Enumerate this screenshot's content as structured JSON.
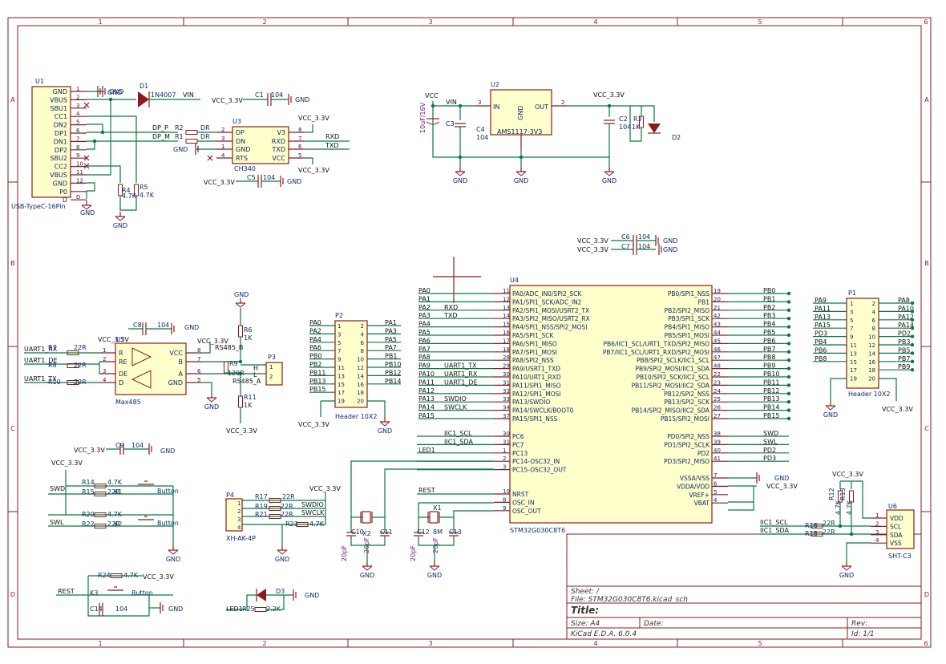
{
  "colors": {
    "frame": "#8b1a1a",
    "wire": "#067a3a",
    "component": "#8b1a1a",
    "body_fill": "#ffffcc",
    "pin_text": "#0b2a6b",
    "ref_text": "#0b2a6b",
    "value_text": "#0b2a6b",
    "net_label": "#111111",
    "value_purple": "#6a1b8a",
    "background": "#ffffff"
  },
  "frame": {
    "column_labels": [
      "1",
      "2",
      "3",
      "4",
      "5",
      "6"
    ],
    "row_labels": [
      "A",
      "B",
      "C",
      "D"
    ]
  },
  "usb": {
    "ref": "U1",
    "value": "USB-TypeC-16Pin",
    "pins": [
      "GND",
      "VBUS",
      "SBU1",
      "CC1",
      "DN2",
      "DP1",
      "DN1",
      "DP2",
      "SBU2",
      "CC2",
      "VBUS",
      "GND",
      "P0",
      "D"
    ],
    "pin_numbers": [
      "1",
      "2",
      "3",
      "4",
      "5",
      "6",
      "7",
      "8",
      "9",
      "10",
      "11",
      "12",
      "",
      "D"
    ],
    "r4": "R4",
    "r4v": "4.7K",
    "r5": "R5",
    "r5v": "4.7K",
    "gnd": "GND"
  },
  "diode1": {
    "ref": "D1",
    "value": "1N4007",
    "net": "VIN",
    "gnd": "GND"
  },
  "cap_top": {
    "vcc": "VCC_3.3V",
    "ref": "C1",
    "value": "104",
    "gnd": "GND"
  },
  "ch340": {
    "ref": "U3",
    "value": "CH340",
    "pins_left": [
      "DP",
      "DN",
      "GND",
      "RTS"
    ],
    "pins_left_num": [
      "2",
      "3",
      "1",
      "4"
    ],
    "pins_right": [
      "V3",
      "RXD",
      "TXD",
      "VCC"
    ],
    "pins_right_num": [
      "8",
      "7",
      "6",
      "5"
    ],
    "dp": "DP_P",
    "dm": "DP_M",
    "r2": "R2",
    "r2v": "DR",
    "r1": "R1",
    "r1v": "DR",
    "rxd": "RXD",
    "txd": "TXD",
    "vcc_top": "VCC_3.3V",
    "vcc_bot": "VCC_3.3V",
    "gnd": "GND"
  },
  "cap5": {
    "vcc": "VCC_3.3V",
    "ref": "C5",
    "value": "104",
    "gnd": "GND"
  },
  "ams": {
    "ref": "U2",
    "value": "AMS1117-3V3",
    "in": "IN",
    "out": "OUT",
    "gnd_pin": "GND",
    "in_num": "3",
    "out_num": "2",
    "gnd_num": "1",
    "vcc": "VCC",
    "vin": "VIN",
    "c3": "C3",
    "c3v": "10uF/16V",
    "c4": "C4",
    "c4v": "104",
    "vcc33": "VCC_3.3V",
    "c2": "C2",
    "c2v": "104",
    "r3": "R3",
    "r3v": "1K",
    "d2": "D2",
    "gnd": "GND"
  },
  "decoupling": {
    "vcc1": "VCC_3.3V",
    "c6": "C6",
    "c6v": "104",
    "gnd1": "GND",
    "vcc2": "VCC_3.3V",
    "c7": "C7",
    "c7v": "104",
    "gnd2": "GND"
  },
  "mcu": {
    "ref": "U4",
    "value": "STM32G030C8T6",
    "left_pins": [
      {
        "name": "PA0/ADC_IN0/SPI2_SCK",
        "num": "11",
        "net": "PA0",
        "net2": ""
      },
      {
        "name": "PA1/SPI1_SCK/ADC_IN2",
        "num": "12",
        "net": "PA1",
        "net2": ""
      },
      {
        "name": "PA2/SPI1_MOSI/USRT2_TX",
        "num": "13",
        "net": "PA2",
        "net2": "RXD"
      },
      {
        "name": "PA3/SPI2_MISO/USRT2_RX",
        "num": "14",
        "net": "PA3",
        "net2": "TXD"
      },
      {
        "name": "PA4/SPI1_NSS/SPI2_MOSI",
        "num": "15",
        "net": "PA4",
        "net2": ""
      },
      {
        "name": "PA5/SPI1_SCK",
        "num": "16",
        "net": "PA5",
        "net2": ""
      },
      {
        "name": "PA6/SPI1_MISO",
        "num": "17",
        "net": "PA6",
        "net2": ""
      },
      {
        "name": "PA7/SPI1_MOSI",
        "num": "18",
        "net": "PA7",
        "net2": ""
      },
      {
        "name": "PA8/SPI2_NSS",
        "num": "28",
        "net": "PA8",
        "net2": ""
      },
      {
        "name": "PA9/USRT1_TXD",
        "num": "29",
        "net": "PA9",
        "net2": "UART1_TX"
      },
      {
        "name": "PA10/URT1_RXD",
        "num": "30",
        "net": "PA10",
        "net2": "UART1_RX"
      },
      {
        "name": "PA11/SPI1_MISO",
        "num": "31",
        "net": "PA11",
        "net2": "UART1_DE"
      },
      {
        "name": "PA12/SPI1_MOSI",
        "num": "32",
        "net": "PA12",
        "net2": ""
      },
      {
        "name": "PA13/SWDIO",
        "num": "33",
        "net": "PA13",
        "net2": "SWDIO"
      },
      {
        "name": "PA14/SWCLK/BOOT0",
        "num": "34",
        "net": "PA14",
        "net2": "SWCLK"
      },
      {
        "name": "PA15/SPI1_NSS",
        "num": "37",
        "net": "PA15",
        "net2": ""
      }
    ],
    "left_pins2": [
      {
        "name": "PC6",
        "num": "30",
        "net": "IIC1_SCL"
      },
      {
        "name": "PC7",
        "num": "31",
        "net": "IIC1_SDA"
      },
      {
        "name": "PC13",
        "num": "1",
        "net": "LED1"
      },
      {
        "name": "PC14-OSC32_IN",
        "num": "2",
        "net": ""
      },
      {
        "name": "PC15-OSC32_OUT",
        "num": "3",
        "net": ""
      }
    ],
    "left_pins3": [
      {
        "name": "NRST",
        "num": "10",
        "net": "REST"
      },
      {
        "name": "OSC_IN",
        "num": "8",
        "net": ""
      },
      {
        "name": "OSC_OUT",
        "num": "9",
        "net": ""
      }
    ],
    "right_pins": [
      {
        "name": "PB0/SPI1_NSS",
        "num": "19",
        "net": "PB0"
      },
      {
        "name": "PB1",
        "num": "20",
        "net": "PB1"
      },
      {
        "name": "PB2/SPI2_MISO",
        "num": "21",
        "net": "PB2"
      },
      {
        "name": "PB3/SPI1_SCK",
        "num": "42",
        "net": "PB3"
      },
      {
        "name": "PB4/SPI1_MISO",
        "num": "43",
        "net": "PB4"
      },
      {
        "name": "PB5/SPI1_MOSI",
        "num": "44",
        "net": "PB5"
      },
      {
        "name": "PB6/IIC1_SCL/URT1_TXD/SPI2_MISO",
        "num": "45",
        "net": "PB6"
      },
      {
        "name": "PB7/IIC1_SCL/URT1_RXD/SPI2_MOSI",
        "num": "46",
        "net": "PB7"
      },
      {
        "name": "PB8/SPI2_SCLK/IIC1_SCL",
        "num": "47",
        "net": "PB8"
      },
      {
        "name": "PB9/SPI2_MOSI/IIC1_SDA",
        "num": "48",
        "net": "PB9"
      },
      {
        "name": "PB10/SPI2_SCK/IIC2_SCL",
        "num": "22",
        "net": "PB10"
      },
      {
        "name": "PB11/SPI2_MOSI/IIC2_SDA",
        "num": "23",
        "net": "PB11"
      },
      {
        "name": "PB12/SPI2_NSS",
        "num": "24",
        "net": "PB12"
      },
      {
        "name": "PB13/SPI2_SCK",
        "num": "25",
        "net": "PB13"
      },
      {
        "name": "PB14/SPI2_MISO/IIC2_SDA",
        "num": "26",
        "net": "PB14"
      },
      {
        "name": "PB15/SPI2_MOSI",
        "num": "27",
        "net": "PB15"
      }
    ],
    "right_pins2": [
      {
        "name": "PD0/SPI2_NSS",
        "num": "38",
        "net": "SWD"
      },
      {
        "name": "PD1/SPI2_SCLK",
        "num": "39",
        "net": "SWL"
      },
      {
        "name": "PD2",
        "num": "40",
        "net": "PD2"
      },
      {
        "name": "PD3/SPI2_MISO",
        "num": "41",
        "net": "PD3"
      }
    ],
    "right_pins3": [
      {
        "name": "VSSA/VSS",
        "num": "7",
        "net": "GND"
      },
      {
        "name": "VDDA/VDD",
        "num": "6",
        "net": "VCC_3.3V"
      },
      {
        "name": "VREF+",
        "num": "5",
        "net": ""
      },
      {
        "name": "VBAT",
        "num": "4",
        "net": ""
      }
    ]
  },
  "header_p2": {
    "ref": "P2",
    "value": "Header 10X2",
    "left": [
      "PA0",
      "PA2",
      "PA4",
      "PA6",
      "PB0",
      "PB2",
      "PB11",
      "PB13",
      "PB15"
    ],
    "right": [
      "PA1",
      "PA3",
      "PA5",
      "PA7",
      "PB1",
      "PB10",
      "PB12",
      "PB14"
    ],
    "left_num": [
      "1",
      "3",
      "5",
      "7",
      "9",
      "11",
      "13",
      "15",
      "17",
      "19"
    ],
    "right_num": [
      "2",
      "4",
      "6",
      "8",
      "10",
      "12",
      "14",
      "16",
      "18",
      "20"
    ],
    "vcc": "VCC_3.3V",
    "gnd": "GND"
  },
  "header_p1": {
    "ref": "P1",
    "value": "Header 10X2",
    "left": [
      "PA9",
      "PA11",
      "PA13",
      "PA15",
      "PD3",
      "PB4",
      "PB6",
      "PB8"
    ],
    "right": [
      "PA8",
      "PA10",
      "PA12",
      "PA14",
      "PD2",
      "PB3",
      "PB5",
      "PB7",
      "PB9"
    ],
    "left_num": [
      "1",
      "3",
      "5",
      "7",
      "9",
      "11",
      "13",
      "15",
      "17",
      "19"
    ],
    "right_num": [
      "2",
      "4",
      "6",
      "8",
      "10",
      "12",
      "14",
      "16",
      "18",
      "20"
    ],
    "gnd": "GND",
    "vcc": "VCC_3.3V"
  },
  "max485": {
    "ref": "U5",
    "value": "Max485",
    "pins_left": [
      "R",
      "RE",
      "DE",
      "D"
    ],
    "pins_right": [
      "VCC",
      "B",
      "A",
      "GND"
    ],
    "pl_num": [
      "1",
      "2",
      "3",
      "4"
    ],
    "pr_num": [
      "8",
      "7",
      "6",
      "5"
    ],
    "c8": "C8",
    "c8v": "104",
    "vcc": "VCC_3.3V",
    "gnd": "GND",
    "uart_rx": "UART1_RX",
    "uart_de": "UART1_DE",
    "uart_tx": "UART1_TX",
    "r7": "R7",
    "r7v": "22R",
    "r8": "R8",
    "r8v": "22R",
    "r10": "R10",
    "r10v": "22R",
    "rs485b": "RS485_B",
    "rs485a": "RS485_A",
    "r9": "R9",
    "r9v": "120R",
    "r6": "R6",
    "r6v": "1K",
    "r11": "R11",
    "r11v": "1K",
    "gnd_top": "GND",
    "vcc_bot": "VCC_3.3V",
    "p3": "P3",
    "p3_h": "H",
    "p3_l": "L",
    "vcc_r": "VCC_3.3V"
  },
  "buttons": {
    "c9": "C9",
    "c9v": "104",
    "vcc": "VCC_3.3V",
    "gnd": "GND",
    "vcc2": "VCC_3.3V",
    "swd": "SWD",
    "swl": "SWL",
    "r14": "R14",
    "r14v": "4.7K",
    "r15": "R15",
    "r15v": "22R",
    "k1": "K1",
    "btn1": "Button",
    "r20": "R20",
    "r20v": "4.7K",
    "r22": "R22",
    "r22v": "22R",
    "k2": "K2",
    "btn2": "Button",
    "gnd2": "GND"
  },
  "swd_conn": {
    "ref": "P4",
    "value": "XH-AK-4P",
    "vcc": "VCC_3.3V",
    "r17": "R17",
    "r17v": "22R",
    "r19": "R19",
    "r19v": "22R",
    "r21": "R21",
    "r21v": "22R",
    "r23": "R23",
    "r23v": "4.7K",
    "swdio": "SWDIO",
    "swclk": "SWCLK",
    "gnd": "GND"
  },
  "crystals": {
    "x2": "X2",
    "c10": "C10",
    "c10v": "20pF",
    "c11": "C11",
    "c11v": "20pF",
    "x1": "X1",
    "x1v": "8M",
    "c12": "C12",
    "c12v": "20pF",
    "c13": "C13",
    "c13v": "20pF",
    "gnd": "GND"
  },
  "reset": {
    "net": "REST",
    "r24": "R24",
    "r24v": "4.7K",
    "vcc": "VCC_3.3V",
    "k3": "K3",
    "btn": "Button",
    "c14": "C14",
    "c14v": "104",
    "gnd": "GND"
  },
  "led": {
    "d3": "D3",
    "gnd": "GND",
    "net": "LED1",
    "r25": "R25",
    "r25v": "2.2K"
  },
  "sht": {
    "ref": "U6",
    "value": "SHT-C3",
    "pins": [
      "VDD",
      "SCL",
      "SDA",
      "VSS"
    ],
    "pin_num": [
      "1",
      "2",
      "3",
      "4"
    ],
    "vcc": "VCC_3.3V",
    "r12": "R12",
    "r12v": "4.7K",
    "r13": "R13",
    "r13v": "4.7K",
    "scl": "IIC1_SCL",
    "sda": "IIC1_SDA",
    "r16": "R16",
    "r16v": "22R",
    "r18": "R18",
    "r18v": "22R",
    "gnd": "GND"
  },
  "title_block": {
    "sheet": "Sheet: /",
    "file": "File: STM32G030C8T6.kicad_sch",
    "title": "Title:",
    "size": "Size: A4",
    "date": "Date:",
    "rev": "Rev:",
    "tool": "KiCad E.D.A. 6.0.4",
    "id": "Id: 1/1"
  }
}
